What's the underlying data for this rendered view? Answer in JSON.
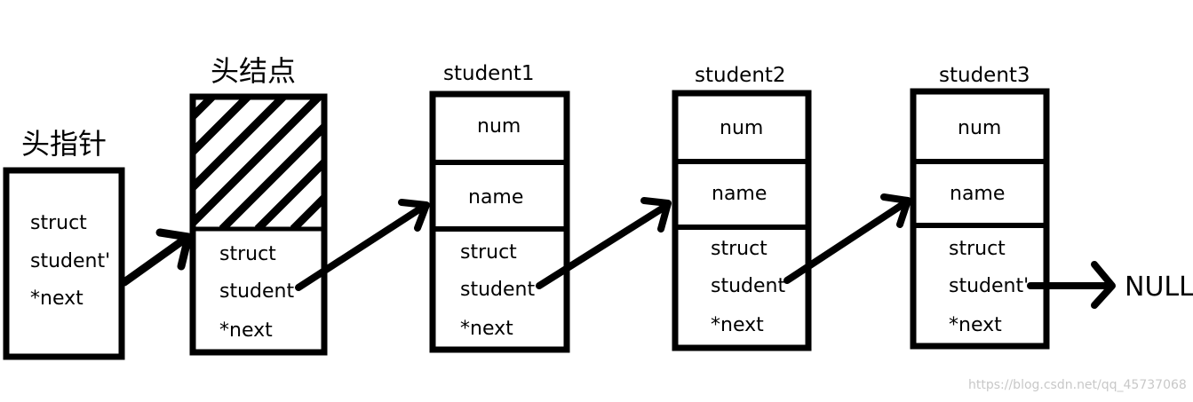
{
  "head_pointer": {
    "title": "头指针",
    "lines": [
      "struct",
      "student'",
      "*next"
    ]
  },
  "head_node": {
    "title": "头结点",
    "lines": [
      "struct",
      "student",
      "*next"
    ]
  },
  "students": [
    {
      "title": "student1",
      "num": "num",
      "name": "name",
      "lines": [
        "struct",
        "student",
        "*next"
      ]
    },
    {
      "title": "student2",
      "num": "num",
      "name": "name",
      "lines": [
        "struct",
        "student",
        "*next"
      ]
    },
    {
      "title": "student3",
      "num": "num",
      "name": "name",
      "lines": [
        "struct",
        "student'",
        "*next"
      ]
    }
  ],
  "null_label": "NULL",
  "watermark": "https://blog.csdn.net/qq_45737068"
}
